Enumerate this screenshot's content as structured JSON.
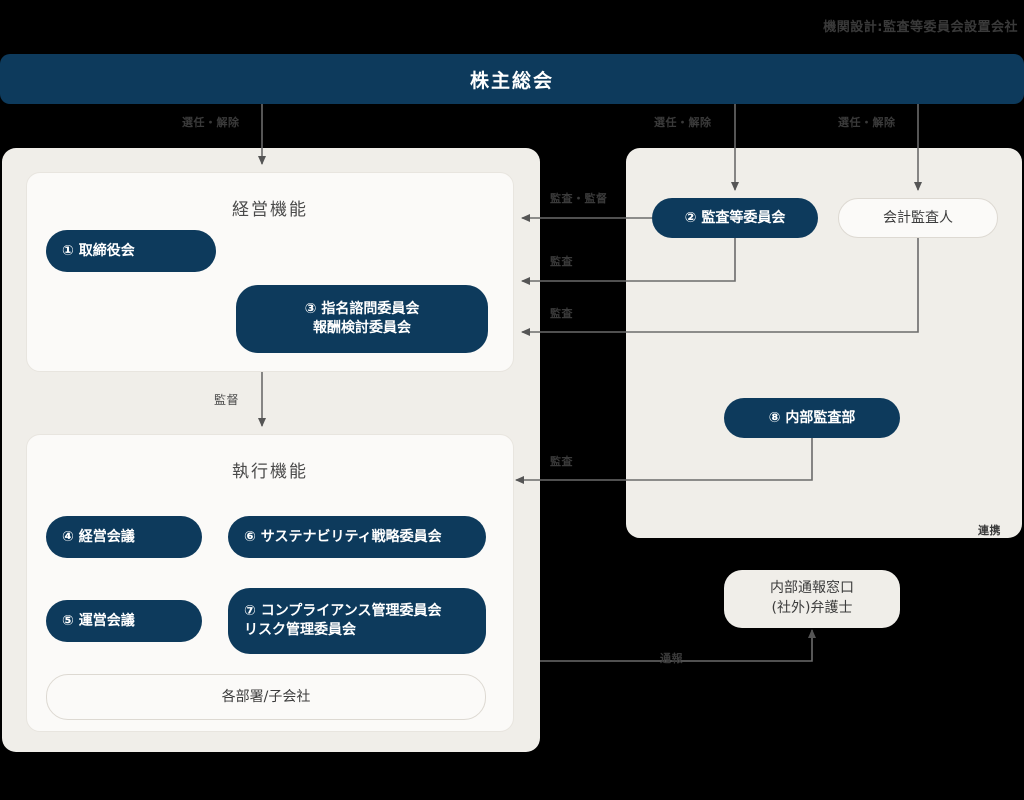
{
  "title": "機関設計:監査等委員会設置会社",
  "top": {
    "label": "株主総会"
  },
  "panels": {
    "management": {
      "title": "経営機能"
    },
    "execution": {
      "title": "執行機能"
    }
  },
  "nodes": {
    "board": {
      "label": "① 取締役会"
    },
    "nomination": {
      "line1": "③ 指名諮問委員会",
      "line2": "報酬検討委員会"
    },
    "keiei": {
      "label": "④ 経営会議"
    },
    "unei": {
      "label": "⑤ 運営会議"
    },
    "sustain": {
      "label": "⑥ サステナビリティ戦略委員会"
    },
    "compliance": {
      "line1": "⑦ コンプライアンス管理委員会",
      "line2": "リスク管理委員会"
    },
    "depts": {
      "label": "各部署/子会社"
    },
    "audit_cmte": {
      "label": "② 監査等委員会"
    },
    "accountant": {
      "label": "会計監査人"
    },
    "internal": {
      "label": "⑧ 内部監査部"
    },
    "whistle": {
      "line1": "内部通報窓口",
      "line2": "(社外)弁護士"
    }
  },
  "edges": {
    "appoint_left": "選任・解除",
    "appoint_mid": "選任・解除",
    "appoint_right": "選任・解除",
    "audit_supervise": "監査・監督",
    "audit_1": "監査",
    "audit_2": "監査",
    "audit_3": "監査",
    "supervise": "監督",
    "cooperate": "連携",
    "report": "通報"
  },
  "colors": {
    "navy": "#0d3a5c",
    "panel_gray": "#f0eee9",
    "subpanel": "#fbfaf8",
    "line": "#6b6b6b",
    "background": "#000000"
  }
}
